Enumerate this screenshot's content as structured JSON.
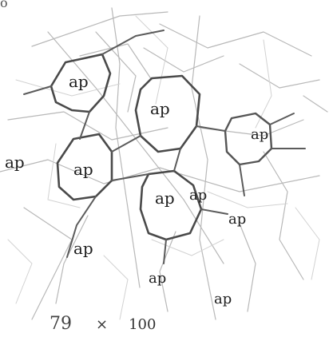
{
  "corner_mark": "o",
  "labels": {
    "l1": "ap",
    "l2": "ap",
    "l3": "ap",
    "l4": "ap",
    "l5": "ap",
    "l6": "ap",
    "l7": "ap",
    "l8": "ap",
    "l9": "ap",
    "l10": "ap",
    "l11": "ap"
  },
  "caption": {
    "numerator": "79",
    "times": "×",
    "magnification": "100"
  }
}
